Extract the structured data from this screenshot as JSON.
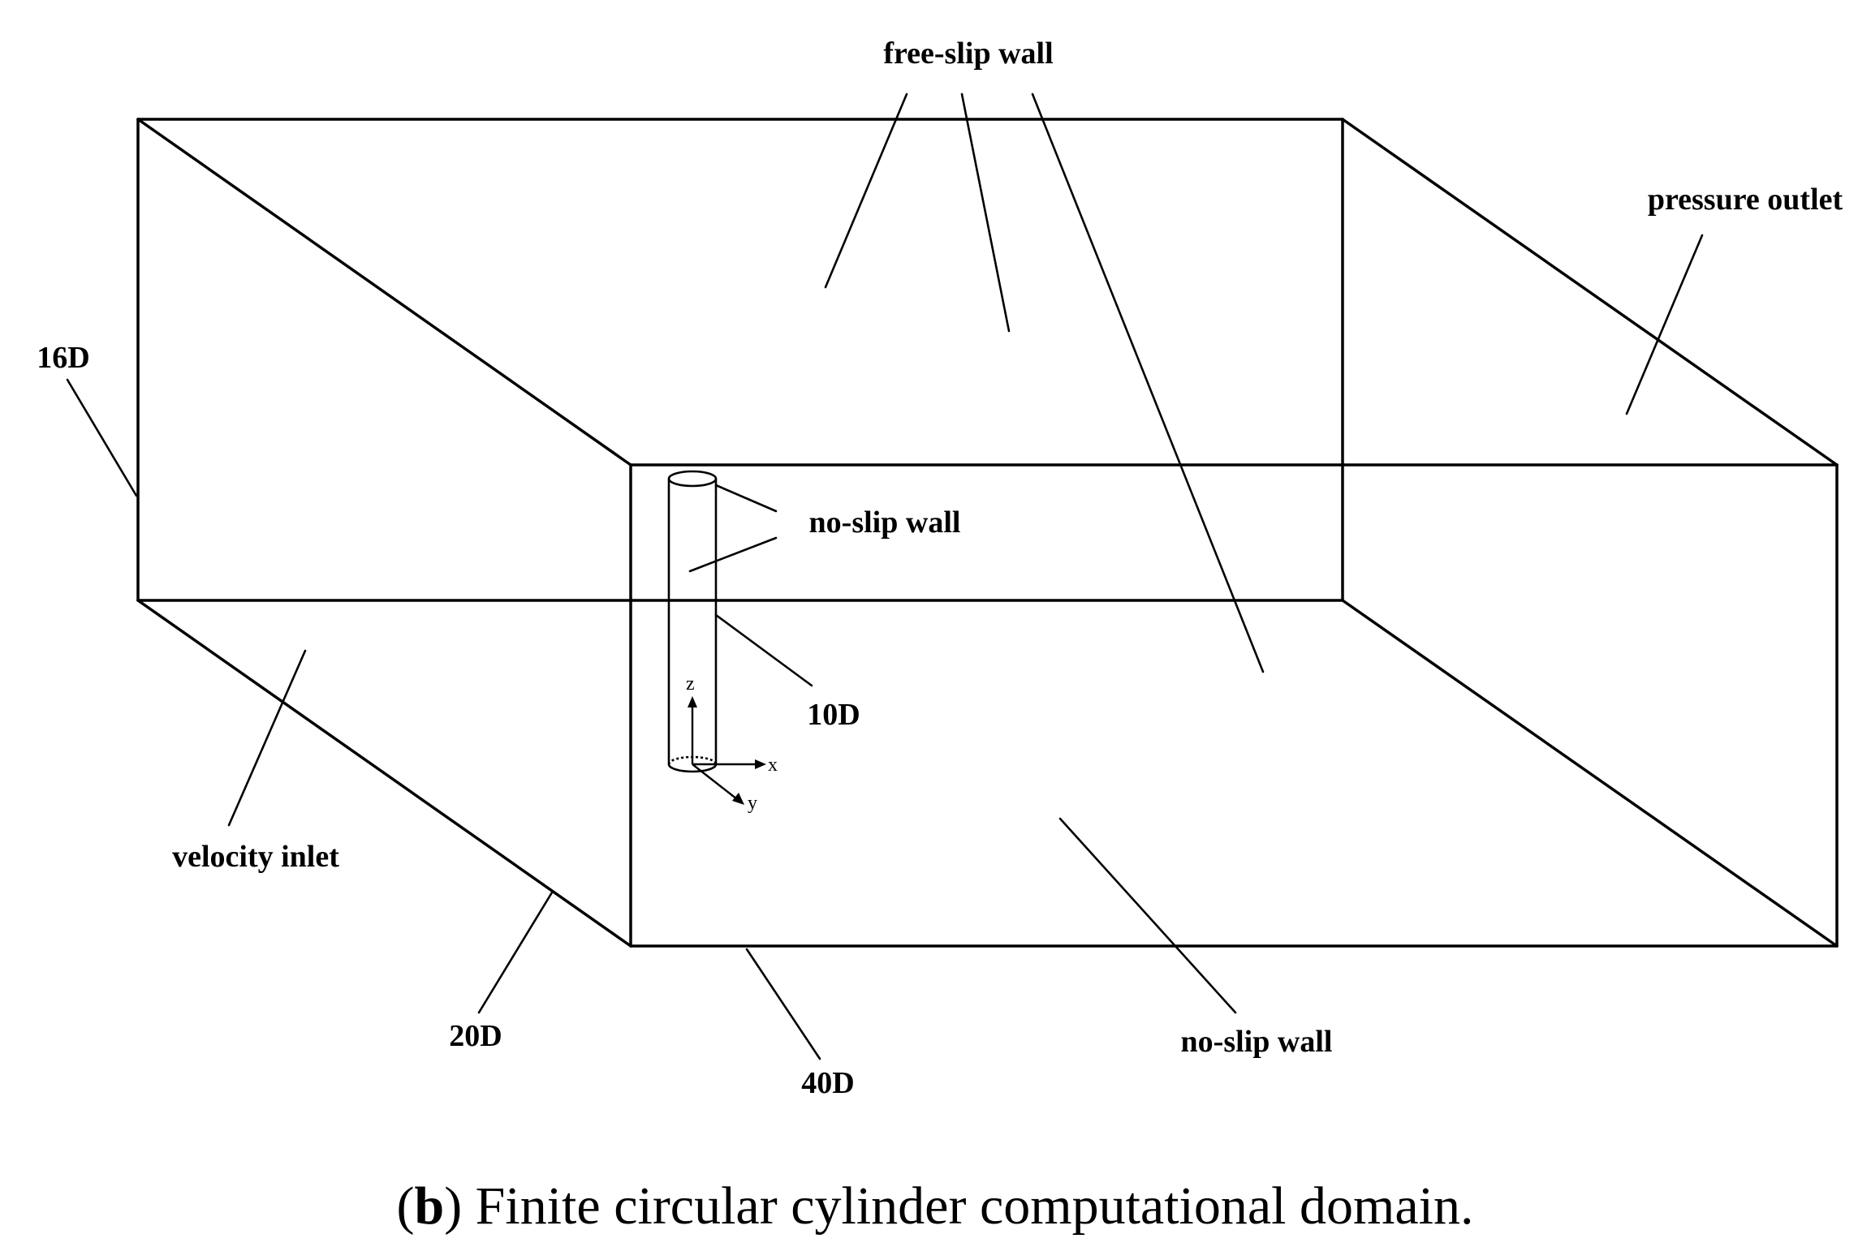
{
  "labels": {
    "free_slip_wall": "free-slip wall",
    "pressure_outlet": "pressure outlet",
    "dim_16d": "16D",
    "no_slip_wall_cylinder": "no-slip wall",
    "dim_10d": "10D",
    "velocity_inlet": "velocity inlet",
    "dim_20d": "20D",
    "dim_40d": "40D",
    "no_slip_wall_bottom": "no-slip wall"
  },
  "axes": {
    "z": "z",
    "x": "x",
    "y": "y"
  },
  "caption": {
    "open_paren": "(",
    "letter": "b",
    "close_text": ") Finite circular cylinder computational domain."
  }
}
